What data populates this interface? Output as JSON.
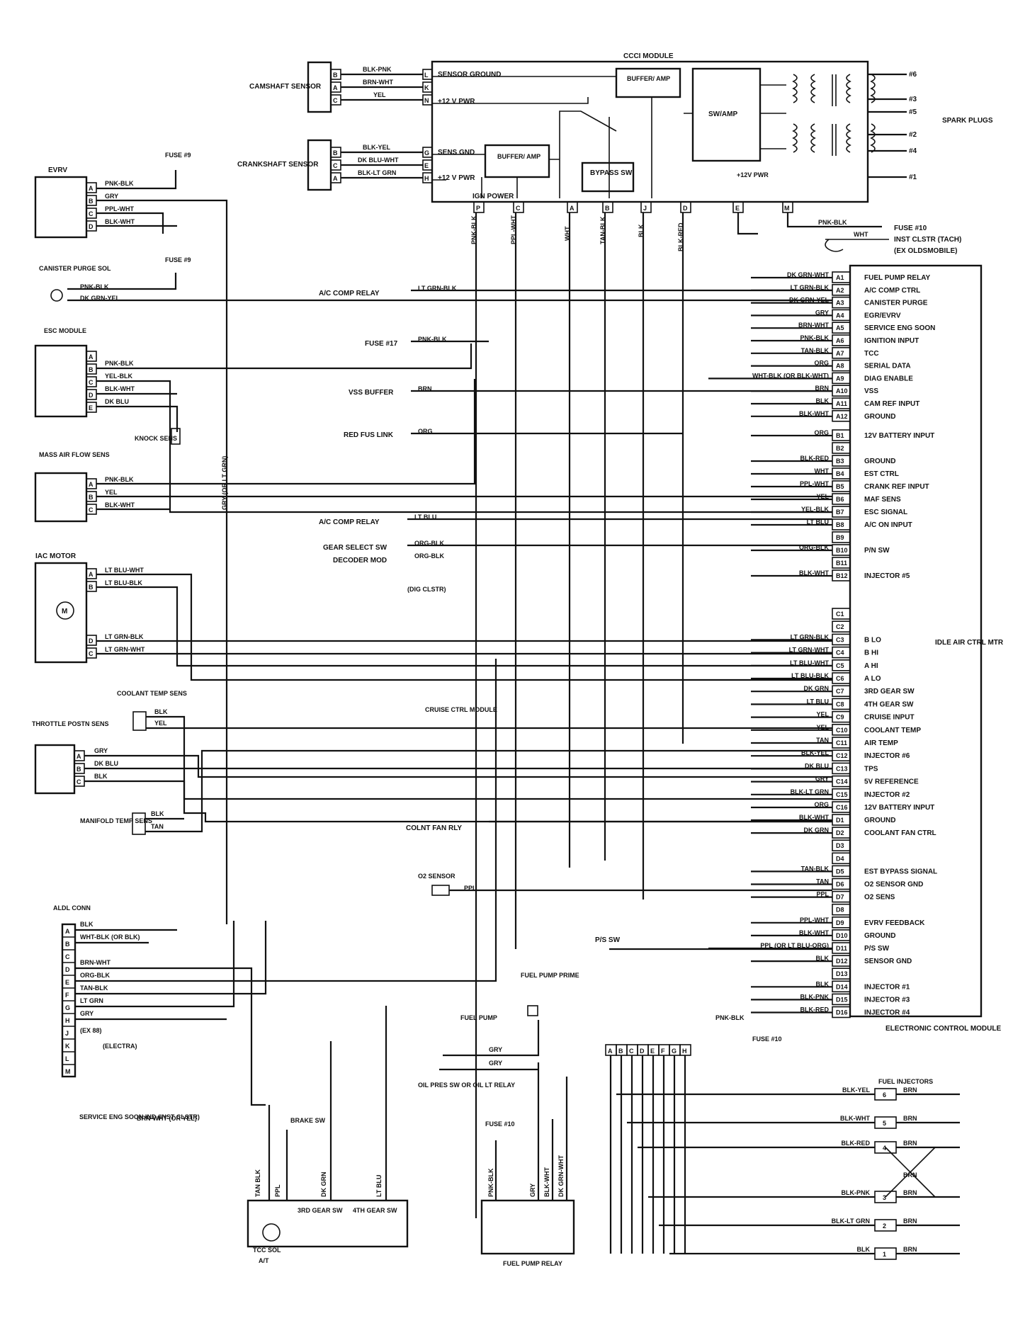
{
  "ccci": {
    "title": "CCCI  MODULE",
    "sensor_ground": "SENSOR GROUND",
    "pwr12": "+12 V PWR",
    "sens_gnd": "SENS GND",
    "pwr12b": "+12 V PWR",
    "buffer1": "BUFFER/ AMP",
    "buffer2": "BUFFER/ AMP",
    "swamp": "SW/AMP",
    "bypass": "BYPASS SW",
    "pwr12c": "+12V PWR",
    "ign_power": "IGN POWER"
  },
  "spark": {
    "label": "SPARK PLUGS",
    "plugs": [
      "#6",
      "#3",
      "#5",
      "#2",
      "#4",
      "#1"
    ]
  },
  "cam": {
    "label": "CAMSHAFT SENSOR",
    "pins": [
      "B",
      "A",
      "C"
    ],
    "wires": [
      "BLK-PNK",
      "BRN-WHT",
      "YEL"
    ],
    "ccci_pins": [
      "L",
      "K",
      "N"
    ]
  },
  "crank": {
    "label": "CRANKSHAFT SENSOR",
    "pins": [
      "B",
      "C",
      "A"
    ],
    "wires": [
      "BLK-YEL",
      "DK BLU-WHT",
      "BLK-LT GRN"
    ],
    "ccci_pins": [
      "G",
      "E",
      "H"
    ]
  },
  "ccci_bottom_pins": [
    "P",
    "C",
    "A",
    "B",
    "J",
    "D",
    "E",
    "M"
  ],
  "ccci_bottom_wires": [
    "PNK-BLK",
    "PPL-WHT",
    "WHT",
    "TAN-BLK",
    "BLK",
    "BLK-RED"
  ],
  "ccci_right": {
    "fuse10": "FUSE #10",
    "tach": "INST CLSTR (TACH)",
    "exolds": "(EX OLDSMOBILE)",
    "pnkblk": "PNK-BLK",
    "wht": "WHT"
  },
  "evrv": {
    "label": "EVRV",
    "fuse": "FUSE #9",
    "pins": [
      "A",
      "B",
      "C",
      "D"
    ],
    "wires": [
      "PNK-BLK",
      "GRY",
      "PPL-WHT",
      "BLK-WHT"
    ]
  },
  "canister": {
    "label": "CANISTER PURGE SOL",
    "fuse": "FUSE #9",
    "wires": [
      "PNK-BLK",
      "DK GRN-YEL"
    ]
  },
  "esc": {
    "label": "ESC MODULE",
    "pins": [
      "A",
      "B",
      "C",
      "D",
      "E"
    ],
    "wires": [
      "PNK-BLK",
      "YEL-BLK",
      "BLK-WHT",
      "DK BLU"
    ],
    "knock": "KNOCK SENS"
  },
  "maf": {
    "label": "MASS AIR FLOW SENS",
    "pins": [
      "A",
      "B",
      "C"
    ],
    "wires": [
      "PNK-BLK",
      "YEL",
      "BLK-WHT"
    ]
  },
  "iac": {
    "label": "IAC MOTOR",
    "pins": [
      "A",
      "B",
      "D",
      "C"
    ],
    "wires": [
      "LT BLU-WHT",
      "LT BLU-BLK",
      "LT GRN-BLK",
      "LT GRN-WHT"
    ],
    "m": "M"
  },
  "coolant": {
    "label": "COOLANT TEMP SENS",
    "wires": [
      "BLK",
      "YEL"
    ]
  },
  "tps": {
    "label": "THROTTLE POSTN SENS",
    "pins": [
      "A",
      "B",
      "C"
    ],
    "wires": [
      "GRY",
      "DK BLU",
      "BLK"
    ]
  },
  "manifold": {
    "label": "MANIFOLD TEMP SENS",
    "wires": [
      "BLK",
      "TAN"
    ]
  },
  "aldl": {
    "label": "ALDL CONN",
    "pins": [
      "A",
      "B",
      "C",
      "D",
      "E",
      "F",
      "G",
      "H",
      "J",
      "K",
      "L",
      "M"
    ],
    "wires": [
      "BLK",
      "WHT-BLK (OR BLK)",
      "BRN-WHT",
      "ORG-BLK",
      "TAN-BLK",
      "LT GRN",
      "GRY"
    ],
    "ex88": "(EX 88)",
    "electra": "(ELECTRA)"
  },
  "mid": {
    "ac_relay": "A/C COMP RELAY",
    "ltgrnblk": "LT GRN-BLK",
    "fuse17": "FUSE #17",
    "pnkblk": "PNK-BLK",
    "vss": "VSS BUFFER",
    "brn": "BRN",
    "redfus": "RED FUS LINK",
    "org": "ORG",
    "ac_relay2": "A/C COMP RELAY",
    "ltblu": "LT BLU",
    "gear": "GEAR SELECT SW",
    "orgblk": "ORG-BLK",
    "decoder": "DECODER MOD",
    "orgblk2": "ORG-BLK",
    "dig": "(DIG CLSTR)",
    "cruise": "CRUISE CTRL MODULE",
    "colnt": "COLNT FAN RLY",
    "o2": "O2 SENSOR",
    "ppl": "PPL",
    "ps": "P/S SW",
    "gryorltgrn": "GRY (OR LT GRN)"
  },
  "ecm": {
    "label": "ELECTRONIC CONTROL MODULE",
    "rows": [
      {
        "pin": "A1",
        "wire": "DK GRN-WHT",
        "func": "FUEL PUMP RELAY"
      },
      {
        "pin": "A2",
        "wire": "LT GRN-BLK",
        "func": "A/C COMP CTRL"
      },
      {
        "pin": "A3",
        "wire": "DK GRN-YEL",
        "func": "CANISTER PURGE"
      },
      {
        "pin": "A4",
        "wire": "GRY",
        "func": "EGR/EVRV"
      },
      {
        "pin": "A5",
        "wire": "BRN-WHT",
        "func": "SERVICE ENG SOON"
      },
      {
        "pin": "A6",
        "wire": "PNK-BLK",
        "func": "IGNITION INPUT"
      },
      {
        "pin": "A7",
        "wire": "TAN-BLK",
        "func": "TCC"
      },
      {
        "pin": "A8",
        "wire": "ORG",
        "func": "SERIAL DATA"
      },
      {
        "pin": "A9",
        "wire": "WHT-BLK (OR BLK-WHT)",
        "func": "DIAG ENABLE"
      },
      {
        "pin": "A10",
        "wire": "BRN",
        "func": "VSS"
      },
      {
        "pin": "A11",
        "wire": "BLK",
        "func": "CAM REF INPUT"
      },
      {
        "pin": "A12",
        "wire": "BLK-WHT",
        "func": "GROUND"
      },
      {
        "pin": "B1",
        "wire": "ORG",
        "func": "12V BATTERY INPUT"
      },
      {
        "pin": "B2",
        "wire": "",
        "func": ""
      },
      {
        "pin": "B3",
        "wire": "BLK-RED",
        "func": "GROUND"
      },
      {
        "pin": "B4",
        "wire": "WHT",
        "func": "EST CTRL"
      },
      {
        "pin": "B5",
        "wire": "PPL-WHT",
        "func": "CRANK REF INPUT"
      },
      {
        "pin": "B6",
        "wire": "YEL",
        "func": "MAF SENS"
      },
      {
        "pin": "B7",
        "wire": "YEL-BLK",
        "func": "ESC SIGNAL"
      },
      {
        "pin": "B8",
        "wire": "LT BLU",
        "func": "A/C ON INPUT"
      },
      {
        "pin": "B9",
        "wire": "",
        "func": ""
      },
      {
        "pin": "B10",
        "wire": "ORG-BLK",
        "func": "P/N SW"
      },
      {
        "pin": "B11",
        "wire": "",
        "func": ""
      },
      {
        "pin": "B12",
        "wire": "BLK-WHT",
        "func": "INJECTOR #5"
      },
      {
        "pin": "C1",
        "wire": "",
        "func": ""
      },
      {
        "pin": "C2",
        "wire": "",
        "func": ""
      },
      {
        "pin": "C3",
        "wire": "LT GRN-BLK",
        "func": "B LO"
      },
      {
        "pin": "C4",
        "wire": "LT GRN-WHT",
        "func": "B HI"
      },
      {
        "pin": "C5",
        "wire": "LT BLU-WHT",
        "func": "A HI"
      },
      {
        "pin": "C6",
        "wire": "LT BLU-BLK",
        "func": "A LO"
      },
      {
        "pin": "C7",
        "wire": "DK GRN",
        "func": "3RD GEAR SW"
      },
      {
        "pin": "C8",
        "wire": "LT BLU",
        "func": "4TH GEAR SW"
      },
      {
        "pin": "C9",
        "wire": "YEL",
        "func": "CRUISE INPUT"
      },
      {
        "pin": "C10",
        "wire": "YEL",
        "func": "COOLANT TEMP"
      },
      {
        "pin": "C11",
        "wire": "TAN",
        "func": "AIR TEMP"
      },
      {
        "pin": "C12",
        "wire": "BLK-YEL",
        "func": "INJECTOR #6"
      },
      {
        "pin": "C13",
        "wire": "DK BLU",
        "func": "TPS"
      },
      {
        "pin": "C14",
        "wire": "GRY",
        "func": "5V REFERENCE"
      },
      {
        "pin": "C15",
        "wire": "BLK-LT GRN",
        "func": "INJECTOR #2"
      },
      {
        "pin": "C16",
        "wire": "ORG",
        "func": "12V BATTERY INPUT"
      },
      {
        "pin": "D1",
        "wire": "BLK-WHT",
        "func": "GROUND"
      },
      {
        "pin": "D2",
        "wire": "DK GRN",
        "func": "COOLANT FAN CTRL"
      },
      {
        "pin": "D3",
        "wire": "",
        "func": ""
      },
      {
        "pin": "D4",
        "wire": "",
        "func": ""
      },
      {
        "pin": "D5",
        "wire": "TAN-BLK",
        "func": "EST BYPASS SIGNAL"
      },
      {
        "pin": "D6",
        "wire": "TAN",
        "func": "O2 SENSOR GND"
      },
      {
        "pin": "D7",
        "wire": "PPL",
        "func": "O2 SENS"
      },
      {
        "pin": "D8",
        "wire": "",
        "func": ""
      },
      {
        "pin": "D9",
        "wire": "PPL-WHT",
        "func": "EVRV FEEDBACK"
      },
      {
        "pin": "D10",
        "wire": "BLK-WHT",
        "func": "GROUND"
      },
      {
        "pin": "D11",
        "wire": "PPL (OR LT BLU-ORG)",
        "func": "P/S SW"
      },
      {
        "pin": "D12",
        "wire": "BLK",
        "func": "SENSOR GND"
      },
      {
        "pin": "D13",
        "wire": "",
        "func": ""
      },
      {
        "pin": "D14",
        "wire": "BLK",
        "func": "INJECTOR #1"
      },
      {
        "pin": "D15",
        "wire": "BLK-PNK",
        "func": "INJECTOR #3"
      },
      {
        "pin": "D16",
        "wire": "BLK-RED",
        "func": "INJECTOR #4"
      }
    ],
    "idle_air": "IDLE AIR CTRL MTR"
  },
  "inj": {
    "label": "FUEL INJECTORS",
    "conn": [
      "A",
      "B",
      "C",
      "D",
      "E",
      "F",
      "G",
      "H"
    ],
    "fuse": "FUSE #10",
    "pnkblk": "PNK-BLK",
    "rows": [
      {
        "n": "6",
        "wire": "BLK-YEL",
        "brn": "BRN"
      },
      {
        "n": "5",
        "wire": "BLK-WHT",
        "brn": "BRN"
      },
      {
        "n": "4",
        "wire": "BLK-RED",
        "brn": "BRN"
      },
      {
        "n": "3",
        "wire": "BLK-PNK",
        "brn": "BRN"
      },
      {
        "n": "2",
        "wire": "BLK-LT GRN",
        "brn": "BRN"
      },
      {
        "n": "1",
        "wire": "BLK",
        "brn": "BRN"
      }
    ],
    "brn": "BRN"
  },
  "bottom": {
    "service": "SERVICE ENG SOON IND (INST CLSTR)",
    "service_wire": "BRN-WHT (OR YEL)",
    "brake": "BRAKE SW",
    "tcc_wires": [
      "TAN BLK",
      "PPL",
      "DK GRN",
      "LT BLU"
    ],
    "gear3": "3RD GEAR SW",
    "gear4": "4TH GEAR SW",
    "tcc": "TCC SOL",
    "at": "A/T",
    "fuel_pump": "FUEL PUMP",
    "prime": "FUEL PUMP PRIME",
    "gry": "GRY",
    "gry2": "GRY",
    "oil": "OIL PRES SW OR OIL LT RELAY",
    "fuse10": "FUSE #10",
    "relay_wires": [
      "PNK-BLK",
      "GRY",
      "BLK-WHT",
      "DK GRN-WHT"
    ],
    "relay": "FUEL PUMP RELAY"
  }
}
